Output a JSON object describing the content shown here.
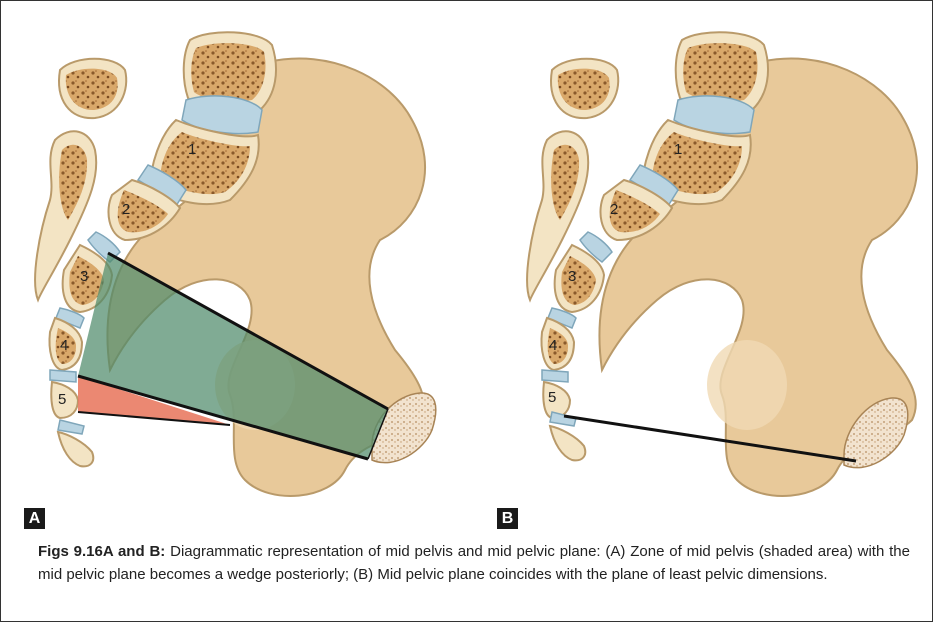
{
  "panels": [
    {
      "label": "A",
      "vertebra_numbers": [
        "1",
        "2",
        "3",
        "4",
        "5"
      ]
    },
    {
      "label": "B",
      "vertebra_numbers": [
        "1",
        "2",
        "3",
        "4",
        "5"
      ]
    }
  ],
  "caption": {
    "title": "Figs 9.16A and B:",
    "text": "Diagrammatic representation of mid pelvis and mid pelvic plane: (A) Zone of mid pelvis (shaded area) with the mid pelvic plane becomes a wedge posteriorly; (B) Mid pelvic plane coincides with the plane of least pelvic dimensions."
  },
  "colors": {
    "bone": "#e8c99a",
    "bone_outline": "#b99a6a",
    "disc": "#b9d4e2",
    "midpelvis_zone": "#4f8a6b",
    "wedge": "#e97b63",
    "plane_line": "#111111"
  }
}
